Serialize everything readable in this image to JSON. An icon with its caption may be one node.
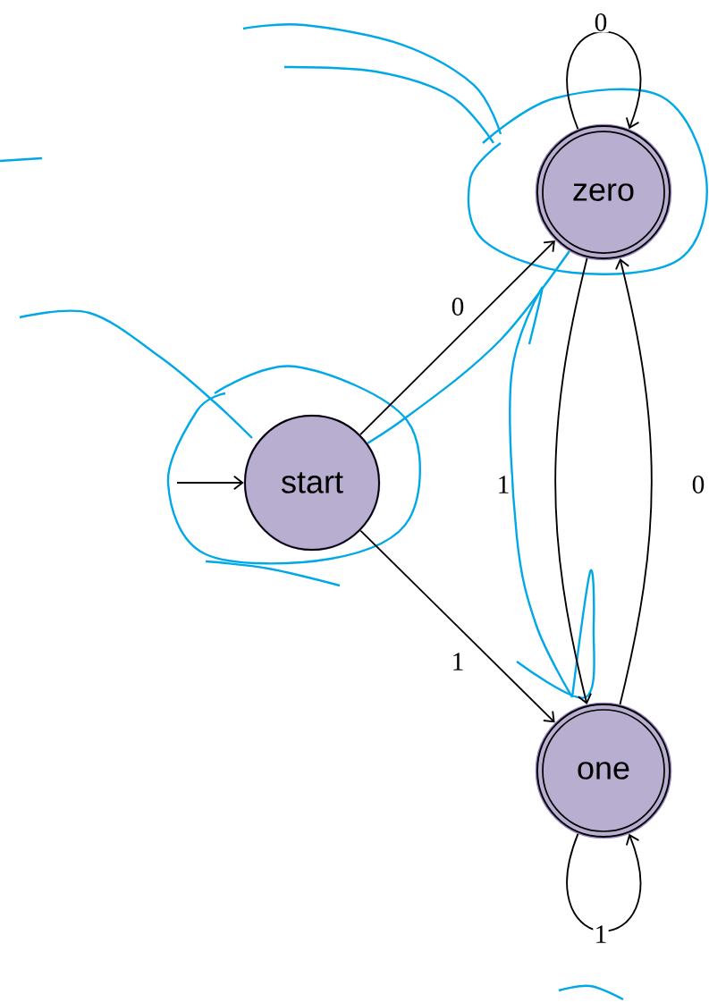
{
  "diagram": {
    "nodes": [
      {
        "text": [
          "start"
        ]
      },
      {
        "text": [
          "zero"
        ]
      },
      {
        "text": [
          "one"
        ]
      }
    ],
    "edges": [
      {
        "from": null,
        "to": 0,
        "arrow": "to"
      },
      {
        "from": 0,
        "to": 1,
        "arrow": "to",
        "label": "0"
      },
      {
        "from": 0,
        "to": 2,
        "arrow": "to",
        "label": "1"
      },
      {
        "from": 1,
        "to": 1,
        "arrow": "to",
        "label": "0"
      },
      {
        "from": 1,
        "to": 2,
        "arrow": "to",
        "label": "1"
      },
      {
        "from": 2,
        "to": 1,
        "arrow": "to",
        "label": "0"
      },
      {
        "from": 2,
        "to": 2,
        "arrow": "to",
        "label": "1"
      }
    ]
  }
}
